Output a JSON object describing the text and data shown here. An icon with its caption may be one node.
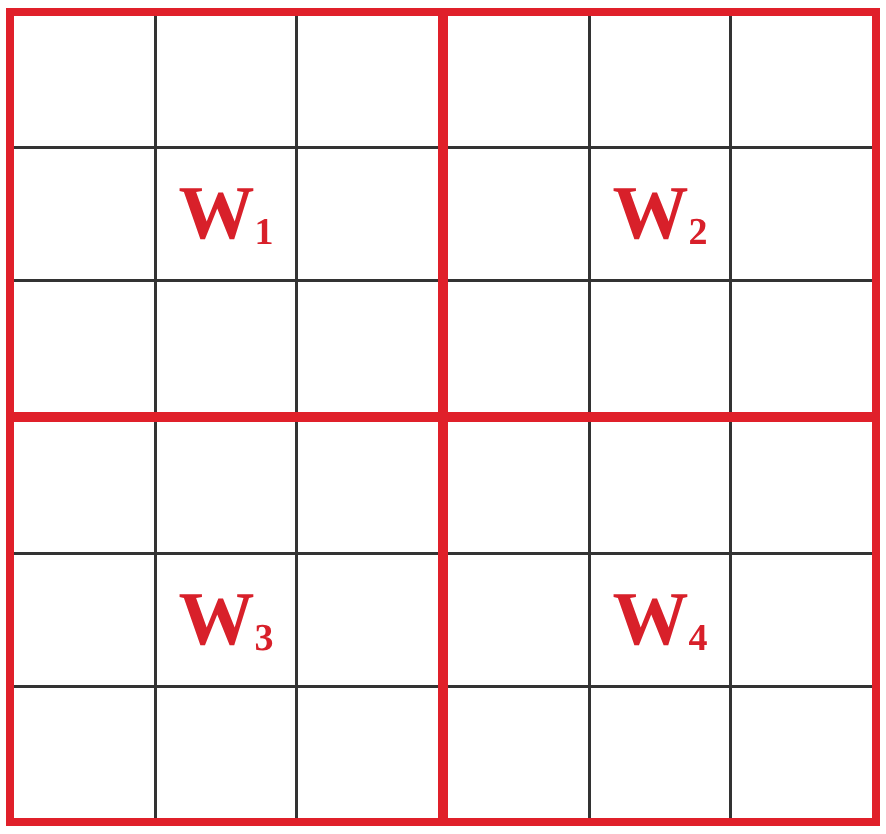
{
  "diagram": {
    "nodes": [
      {
        "text": [
          "W$_{1}$"
        ]
      },
      {
        "text": [
          "W$_{2}$"
        ]
      },
      {
        "text": [
          "W$_{3}$"
        ]
      },
      {
        "text": [
          "W$_{4}$"
        ]
      }
    ]
  }
}
